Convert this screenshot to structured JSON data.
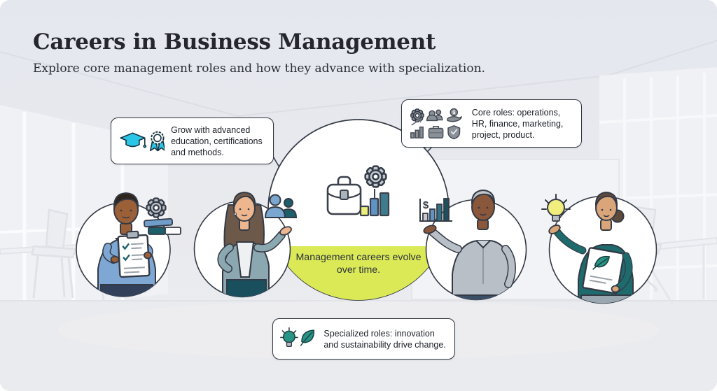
{
  "header": {
    "title": "Careers in Business Management",
    "subtitle": "Explore core management roles and how they advance with specialization."
  },
  "center": {
    "caption": "Management careers evolve over time.",
    "icons": [
      "briefcase-icon",
      "gear-icon",
      "growth-bars-icon"
    ]
  },
  "callouts": {
    "education": {
      "text": "Grow with advanced education, certifications and methods.",
      "icons": [
        "graduation-cap-icon",
        "medal-icon"
      ],
      "icon_color": "#2bc5e6"
    },
    "core_roles": {
      "text": "Core roles: operations, HR, finance, marketing, project, product.",
      "icons": [
        "gear-icon",
        "team-icon",
        "hand-coin-icon",
        "growth-chart-icon",
        "briefcase-icon",
        "shield-check-icon"
      ],
      "icon_color": "#8a9097"
    },
    "specialized": {
      "text": "Specialized roles: innovation and sustainability drive change.",
      "icons": [
        "lightbulb-icon",
        "leaf-icon"
      ],
      "icon_color": "#2a9387"
    }
  },
  "colors": {
    "lime_banner": "#dbe957",
    "bar_yellow": "#edef7a",
    "bar_blue": "#5f93c3",
    "bar_teal": "#3e7b8d",
    "accent_cyan": "#2bc5e6",
    "accent_teal": "#2a9387"
  },
  "people": [
    {
      "figure": "man-with-checklist-clipboard"
    },
    {
      "figure": "woman-presenting-team-icon"
    },
    {
      "figure": "man-presenting-revenue-chart"
    },
    {
      "figure": "woman-with-lightbulb-and-leaf-report"
    }
  ]
}
